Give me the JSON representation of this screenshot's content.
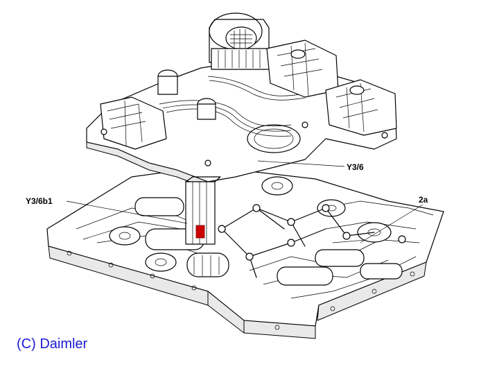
{
  "labels": {
    "y36": "Y3/6",
    "y36b1": "Y3/6b1",
    "part2a": "2a"
  },
  "copyright": "(C) Daimler",
  "colors": {
    "line": "#000000",
    "highlight": "#cc0000",
    "copyright_text": "#1a1ad6",
    "background": "#ffffff"
  }
}
